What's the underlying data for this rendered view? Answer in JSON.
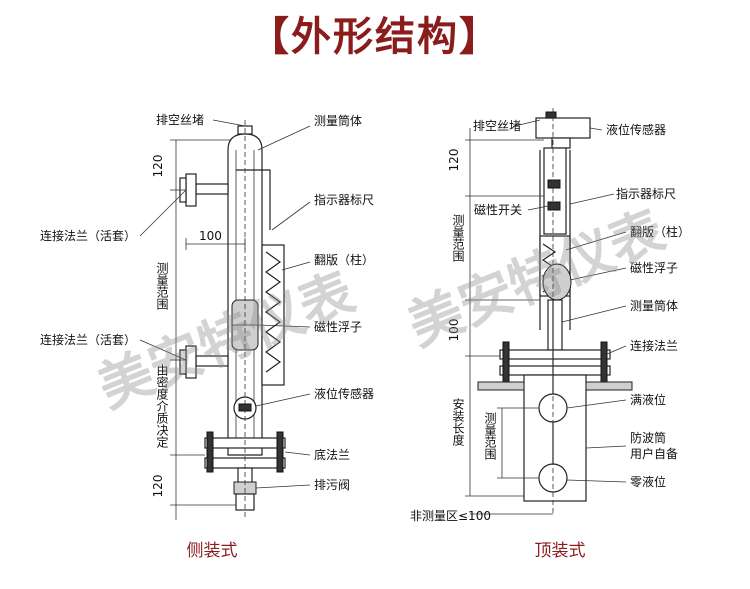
{
  "title": "【外形结构】",
  "watermark": "美安特仪表",
  "side": {
    "caption": "侧装式",
    "labels": {
      "vent_plug": "排空丝堵",
      "tube": "测量筒体",
      "scale": "指示器标尺",
      "flange_top": "连接法兰（活套）",
      "flip": "翻版（柱）",
      "float": "磁性浮子",
      "flange_bottom": "连接法兰（活套）",
      "sensor": "液位传感器",
      "base_flange": "底法兰",
      "drain": "排污阀"
    },
    "dims": {
      "top_120": "120",
      "width_100": "100",
      "range": "测量范围",
      "medium": "由密度介质决定",
      "bottom_120": "120"
    }
  },
  "top": {
    "caption": "顶装式",
    "labels": {
      "vent_plug": "排空丝堵",
      "sensor": "液位传感器",
      "switch": "磁性开关",
      "scale": "指示器标尺",
      "flip": "翻版（柱）",
      "float": "磁性浮子",
      "tube": "测量筒体",
      "flange": "连接法兰",
      "full": "满液位",
      "wave_tube": "防波筒",
      "user_supply": "用户自备",
      "zero": "零液位"
    },
    "dims": {
      "top_120": "120",
      "range": "测量范围",
      "dim_100": "100",
      "install_len": "安装长度",
      "range2": "测量范围",
      "non_range": "非测量区≤100"
    }
  }
}
